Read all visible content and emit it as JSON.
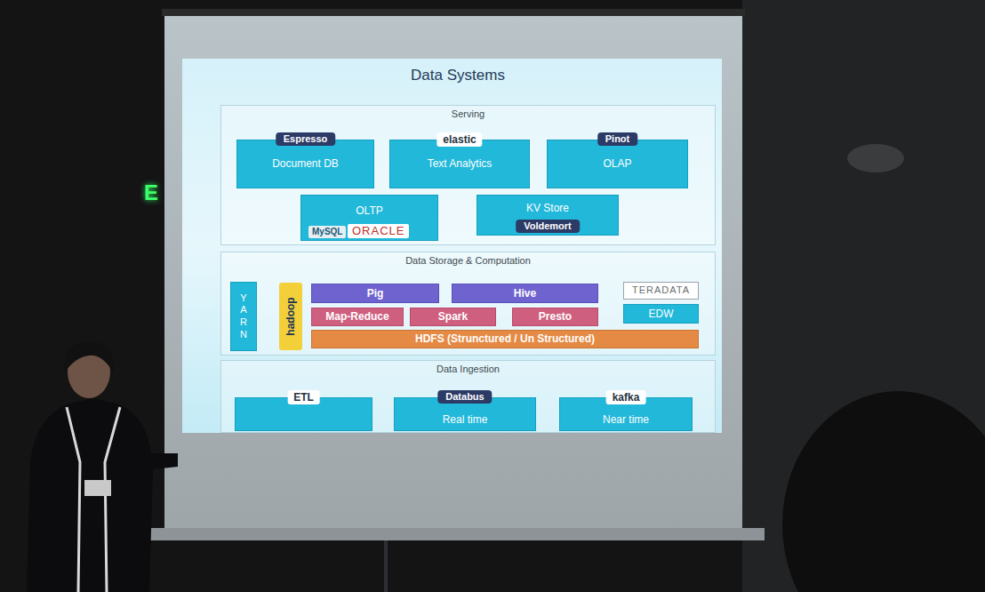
{
  "diagram": {
    "title": "Data Systems",
    "nodes": [
      {
        "text": [
          "Serving"
        ]
      },
      {
        "text": [
          "Espresso",
          "Document DB"
        ],
        "in": 0
      },
      {
        "text": [
          "elastic",
          "Text Analytics"
        ],
        "in": 0
      },
      {
        "text": [
          "Pinot",
          "OLAP"
        ],
        "in": 0
      },
      {
        "text": [
          "OLTP",
          "MySQL",
          "ORACLE"
        ],
        "in": 0
      },
      {
        "text": [
          "KV Store",
          "Voldemort"
        ],
        "in": 0
      },
      {
        "text": [
          "Data Storage & Computation"
        ]
      },
      {
        "text": [
          "Y A R N"
        ],
        "in": 6
      },
      {
        "text": [
          "Pig"
        ],
        "in": 6
      },
      {
        "text": [
          "Hive"
        ],
        "in": 6
      },
      {
        "text": [
          "Map-Reduce"
        ],
        "in": 6
      },
      {
        "text": [
          "Spark"
        ],
        "in": 6
      },
      {
        "text": [
          "Presto"
        ],
        "in": 6
      },
      {
        "text": [
          "HDFS (Strunctured / Un Structured)"
        ],
        "in": 6
      },
      {
        "text": [
          "TERADATA"
        ],
        "in": 6
      },
      {
        "text": [
          "EDW"
        ],
        "in": 6
      },
      {
        "text": [
          "Data Ingestion"
        ]
      },
      {
        "text": [
          "ETL"
        ],
        "in": 16
      },
      {
        "text": [
          "Databus",
          "Real time"
        ],
        "in": 16
      },
      {
        "text": [
          "kafka",
          "Near time"
        ],
        "in": 16
      }
    ],
    "labels": [
      "hadoop",
      "E"
    ]
  }
}
